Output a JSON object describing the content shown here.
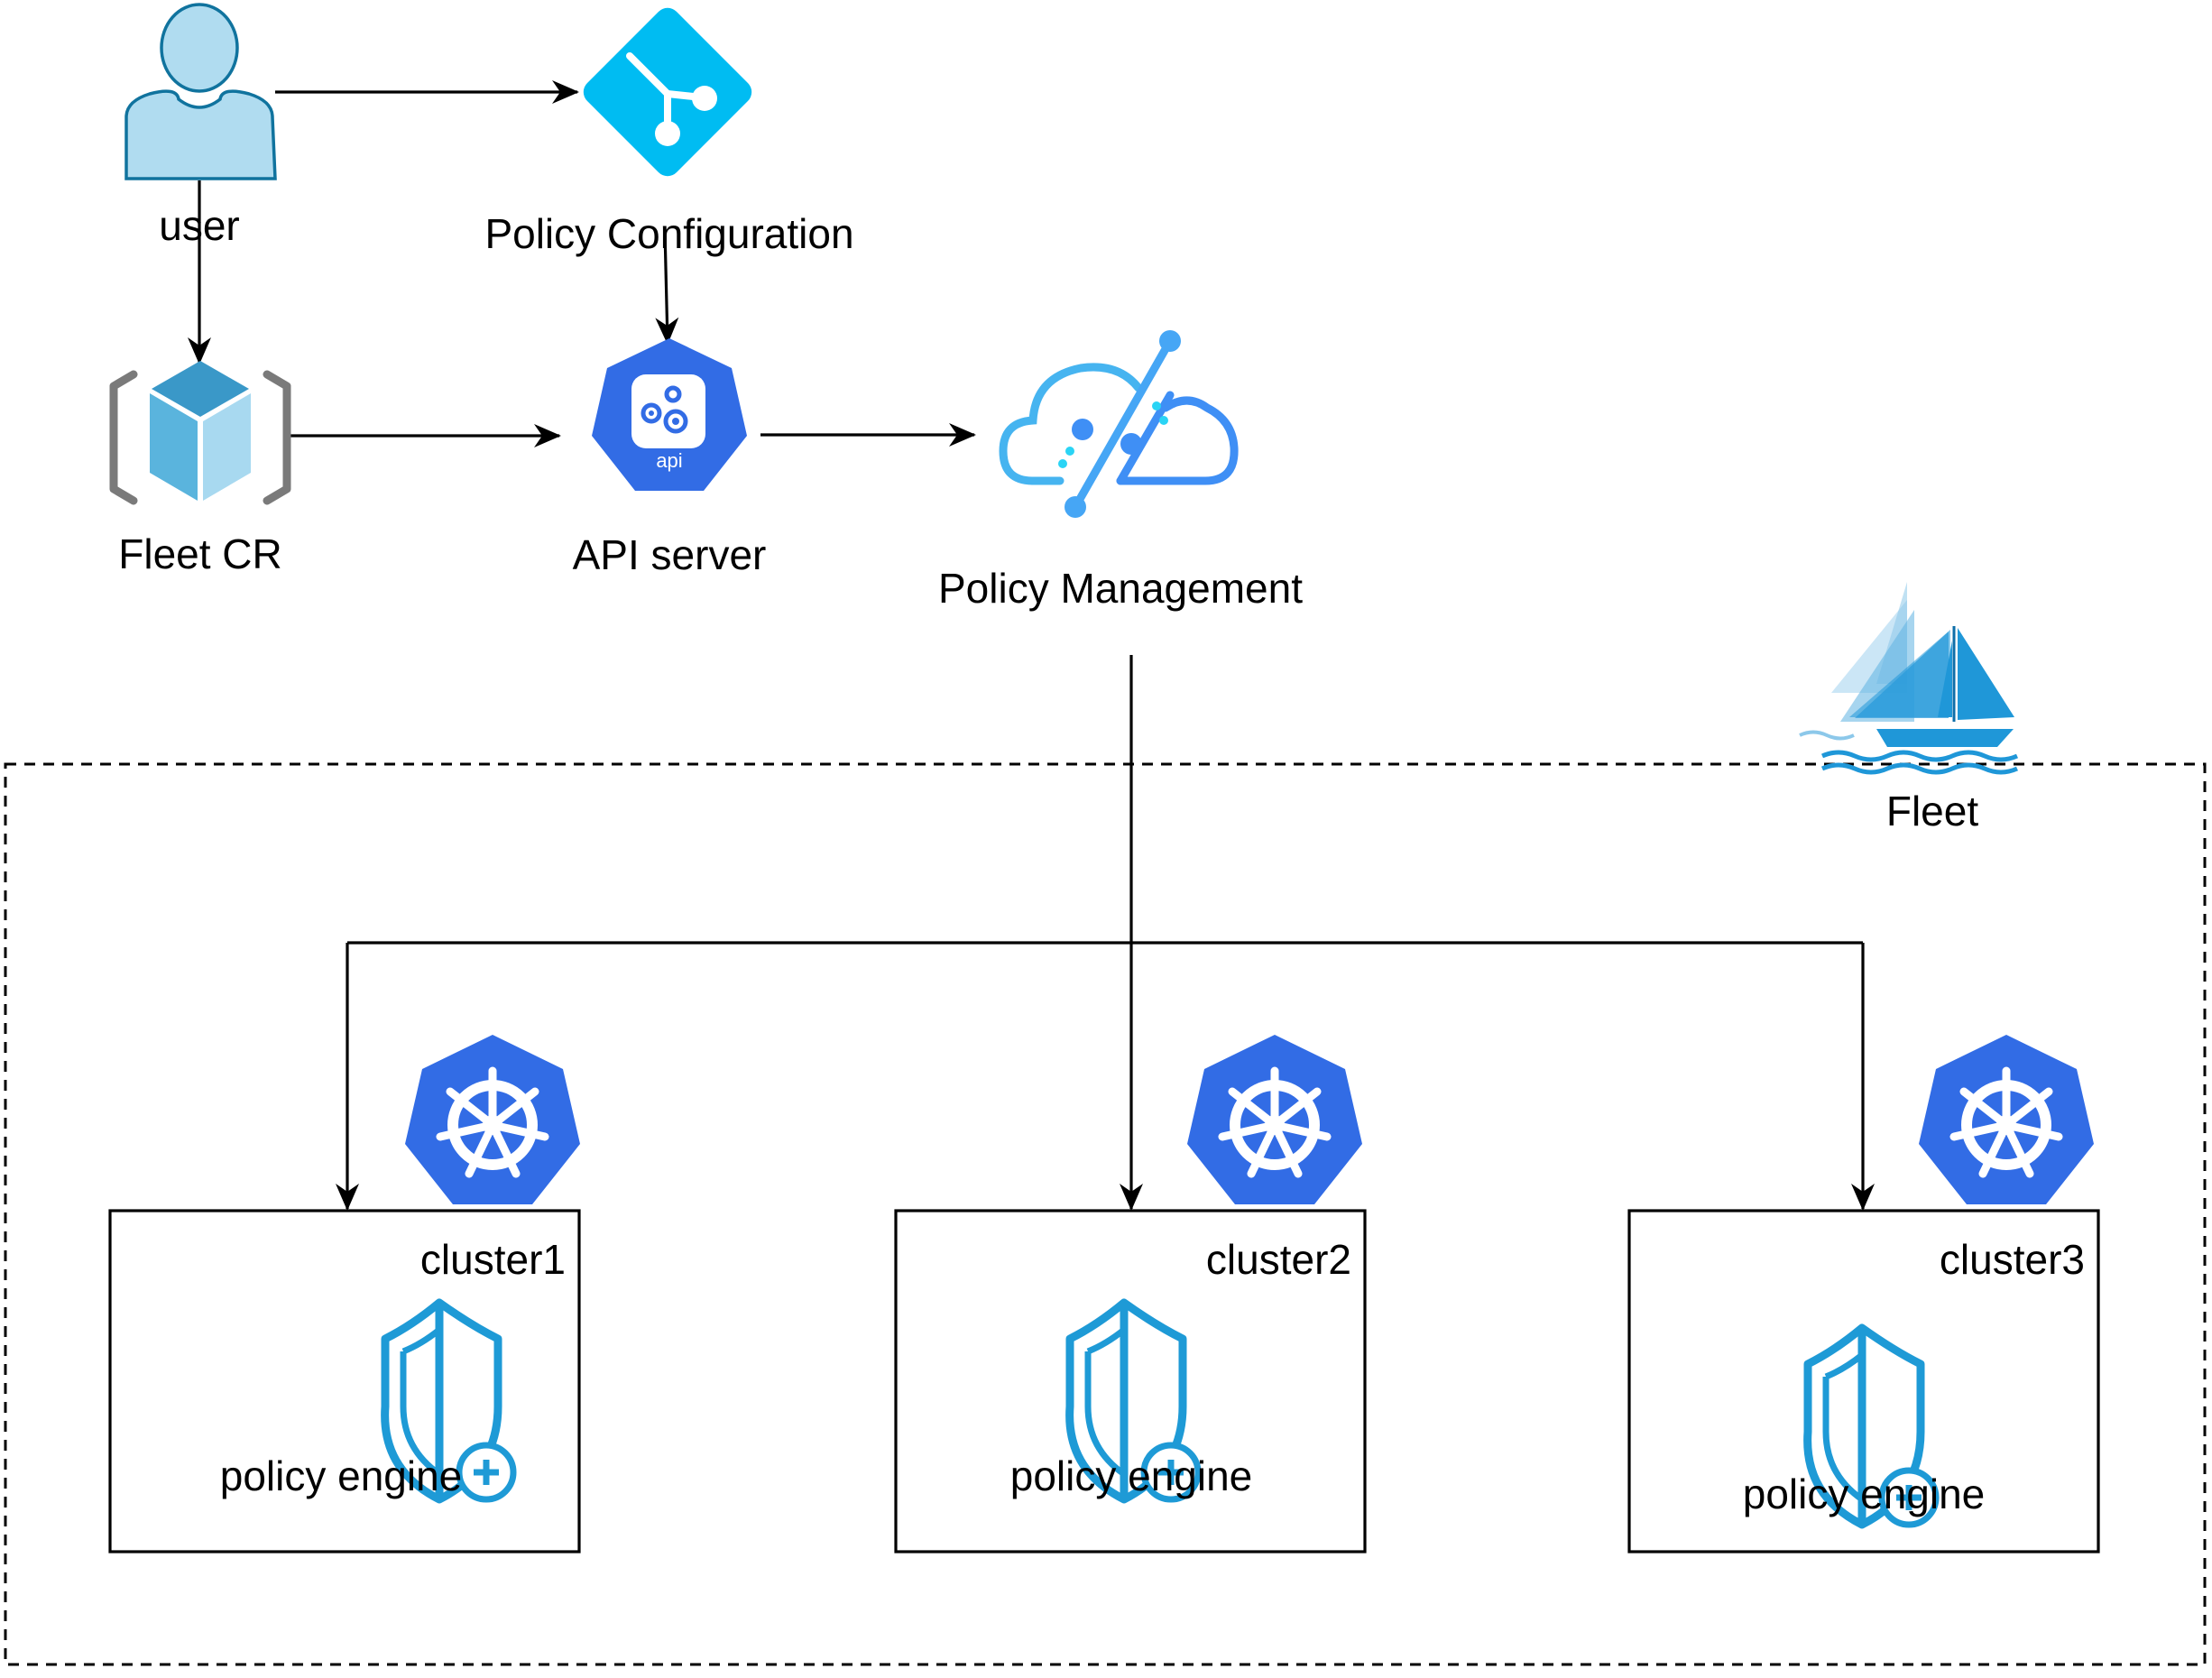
{
  "nodes": {
    "user": {
      "label": "user"
    },
    "policy_configuration": {
      "label": "Policy Configuration"
    },
    "fleet_cr": {
      "label": "Fleet CR"
    },
    "api_server": {
      "label": "API server",
      "icon_text": "api"
    },
    "policy_management": {
      "label": "Policy Management"
    },
    "fleet": {
      "label": "Fleet"
    }
  },
  "clusters": [
    {
      "label": "cluster1",
      "engine_label": "policy engine"
    },
    {
      "label": "cluster2",
      "engine_label": "policy engine"
    },
    {
      "label": "cluster3",
      "engine_label": "policy engine"
    }
  ],
  "icons": {
    "user": "user-icon",
    "git": "git-icon",
    "fleet_cr": "cube-resource-icon",
    "api_server": "kubernetes-api-icon",
    "policy_management": "cloud-policy-icon",
    "fleet": "sailboat-icon",
    "cluster": "kubernetes-helm-icon",
    "policy_engine": "shield-plus-icon"
  },
  "colors": {
    "user_fill": "#b0dcf0",
    "user_stroke": "#10739e",
    "git": "#00bcf2",
    "kubernetes_blue": "#326ce5",
    "cube_light": "#5ab4dd",
    "cube_dark": "#3a98c8",
    "cube_bracket": "#7a7a7a",
    "shield_stroke": "#1e9ad6",
    "cloud_stroke": "#3f9ff5",
    "sail": "#1f97d8"
  }
}
